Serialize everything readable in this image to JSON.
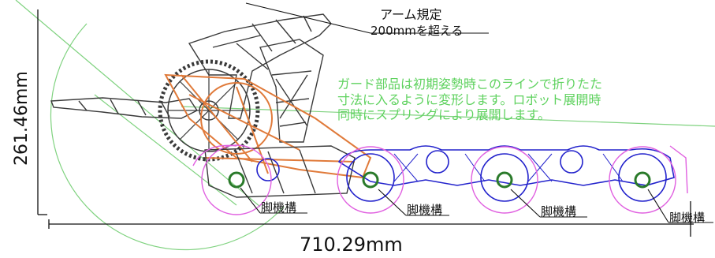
{
  "annotations": {
    "arm_rule_line1": "アーム規定",
    "arm_rule_line2": "200mmを超える",
    "guard_note_line1": "ガード部品は初期姿勢時このラインで折りたた",
    "guard_note_line2": "寸法に入るように変形します。ロボット展開時",
    "guard_note_line3": "同時にスプリングにより展開します。"
  },
  "dimensions": {
    "height": "261.46mm",
    "width": "710.29mm"
  },
  "leg_labels": [
    "脚機構",
    "脚機構",
    "脚機構",
    "脚機構"
  ],
  "colors": {
    "frame": "#3a3a3a",
    "gear_overlay": "#e07a3a",
    "leg_modules": "#2222cc",
    "guard_outline": "#e060e0",
    "reach_arc": "#7fd27f",
    "note_text": "#5fd25f"
  }
}
